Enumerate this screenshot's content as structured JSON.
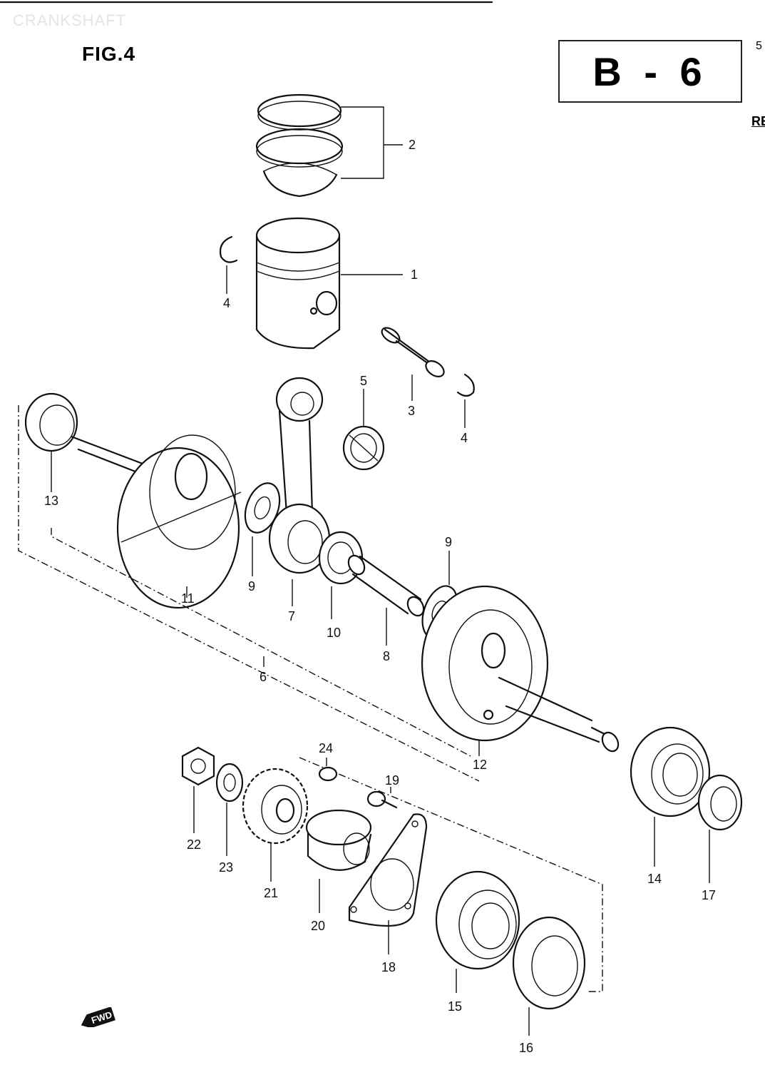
{
  "header": {
    "ghost_title": "CRANKSHAFT",
    "figure": "FIG.4",
    "section_code": "B - 6",
    "edge_number": "5",
    "edge_text": "RE"
  },
  "direction_tag": "FWD",
  "part_numbers": [
    "1",
    "2",
    "3",
    "4",
    "5",
    "6",
    "7",
    "8",
    "9",
    "10",
    "11",
    "12",
    "13",
    "14",
    "15",
    "16",
    "17",
    "18",
    "19",
    "20",
    "21",
    "22",
    "23",
    "24"
  ],
  "callouts": {
    "p1": "1",
    "p2": "2",
    "p3": "3",
    "p4a": "4",
    "p4b": "4",
    "p5": "5",
    "p6": "6",
    "p7": "7",
    "p8": "8",
    "p9a": "9",
    "p9b": "9",
    "p10": "10",
    "p11": "11",
    "p12": "12",
    "p13": "13",
    "p14": "14",
    "p15": "15",
    "p16": "16",
    "p17": "17",
    "p18": "18",
    "p19": "19",
    "p20": "20",
    "p21": "21",
    "p22": "22",
    "p23": "23",
    "p24": "24"
  }
}
